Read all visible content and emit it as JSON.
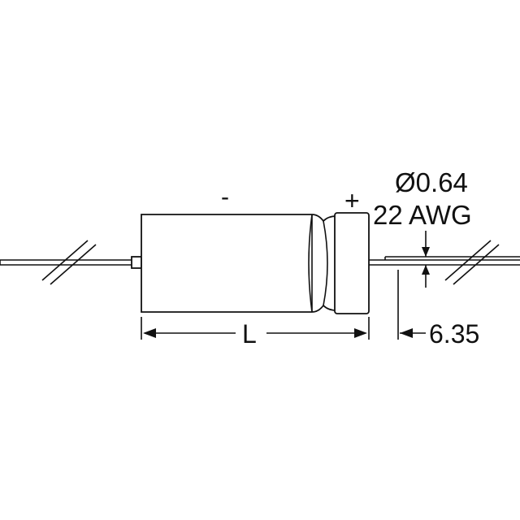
{
  "diagram": {
    "polarity_negative": "-",
    "polarity_positive": "+",
    "lead_diameter": "Ø0.64",
    "lead_gauge": "22 AWG",
    "body_length": "L",
    "lead_offset": "6.35"
  },
  "colors": {
    "stroke": "#111111",
    "background": "#ffffff"
  }
}
